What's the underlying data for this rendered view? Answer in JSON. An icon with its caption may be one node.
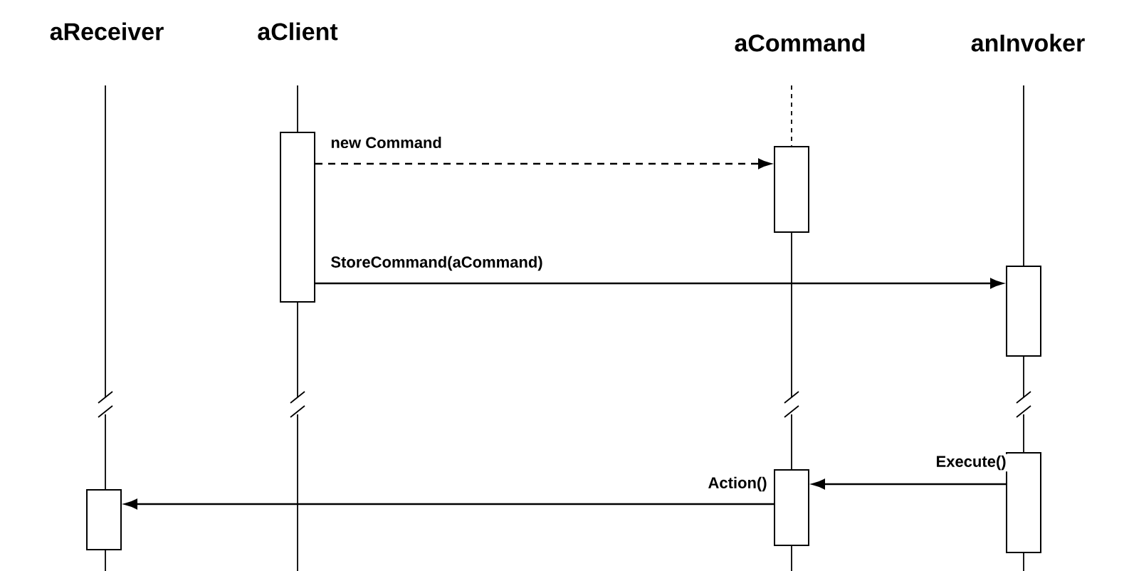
{
  "diagram": {
    "nodes": [
      {
        "text": [],
        "shape": "bar"
      },
      {
        "text": [],
        "shape": "bar"
      },
      {
        "text": [],
        "shape": "bar"
      },
      {
        "text": [],
        "shape": "bar"
      },
      {
        "text": [],
        "shape": "bar"
      },
      {
        "text": [],
        "shape": "bar"
      }
    ],
    "edges": [
      {
        "from": 0,
        "to": 1,
        "arrow": "to",
        "label": "new Command",
        "style": "dashed"
      },
      {
        "from": 0,
        "to": 2,
        "arrow": "to",
        "label": "StoreCommand(aCommand)"
      },
      {
        "from": 3,
        "to": 4,
        "arrow": "to",
        "label": "Execute()"
      },
      {
        "from": 4,
        "to": 5,
        "arrow": "to",
        "label": "Action()"
      }
    ],
    "labels": [
      "aReceiver",
      "aClient",
      "aCommand",
      "anInvoker"
    ]
  }
}
